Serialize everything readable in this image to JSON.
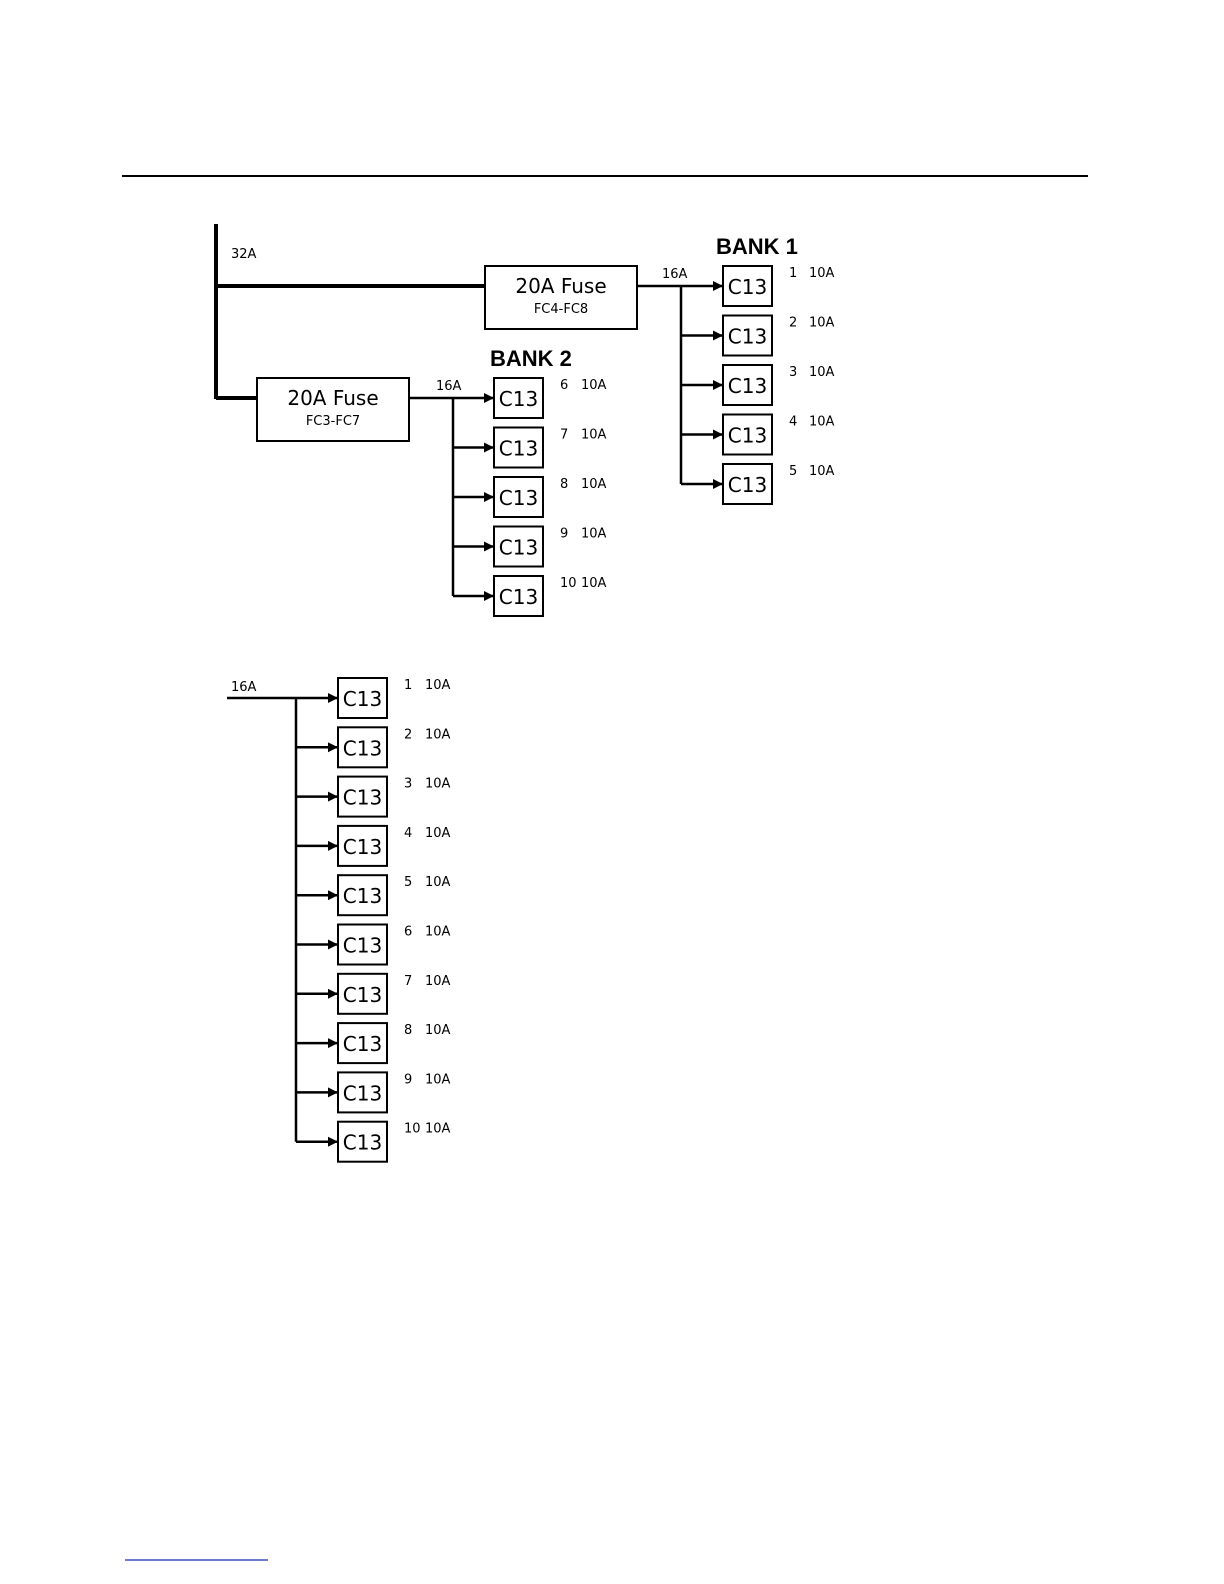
{
  "main_feed": {
    "label": "32A"
  },
  "fuses": [
    {
      "title": "20A Fuse",
      "sub": "FC4-FC8"
    },
    {
      "title": "20A Fuse",
      "sub": "FC3-FC7"
    }
  ],
  "banks": [
    {
      "title": "BANK 1",
      "feed": "16A",
      "outlets": [
        {
          "type": "C13",
          "num": "1",
          "rating": "10A"
        },
        {
          "type": "C13",
          "num": "2",
          "rating": "10A"
        },
        {
          "type": "C13",
          "num": "3",
          "rating": "10A"
        },
        {
          "type": "C13",
          "num": "4",
          "rating": "10A"
        },
        {
          "type": "C13",
          "num": "5",
          "rating": "10A"
        }
      ]
    },
    {
      "title": "BANK 2",
      "feed": "16A",
      "outlets": [
        {
          "type": "C13",
          "num": "6",
          "rating": "10A"
        },
        {
          "type": "C13",
          "num": "7",
          "rating": "10A"
        },
        {
          "type": "C13",
          "num": "8",
          "rating": "10A"
        },
        {
          "type": "C13",
          "num": "9",
          "rating": "10A"
        },
        {
          "type": "C13",
          "num": "10",
          "rating": "10A"
        }
      ]
    }
  ],
  "single_bank": {
    "feed": "16A",
    "outlets": [
      {
        "type": "C13",
        "num": "1",
        "rating": "10A"
      },
      {
        "type": "C13",
        "num": "2",
        "rating": "10A"
      },
      {
        "type": "C13",
        "num": "3",
        "rating": "10A"
      },
      {
        "type": "C13",
        "num": "4",
        "rating": "10A"
      },
      {
        "type": "C13",
        "num": "5",
        "rating": "10A"
      },
      {
        "type": "C13",
        "num": "6",
        "rating": "10A"
      },
      {
        "type": "C13",
        "num": "7",
        "rating": "10A"
      },
      {
        "type": "C13",
        "num": "8",
        "rating": "10A"
      },
      {
        "type": "C13",
        "num": "9",
        "rating": "10A"
      },
      {
        "type": "C13",
        "num": "10",
        "rating": "10A"
      }
    ]
  }
}
